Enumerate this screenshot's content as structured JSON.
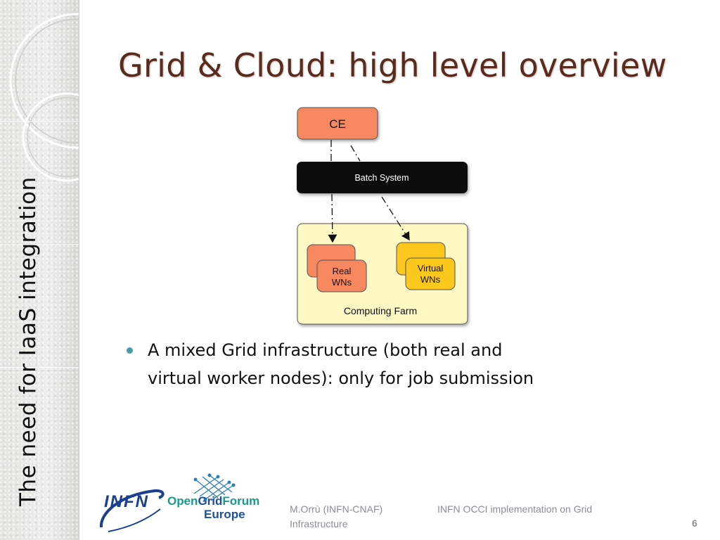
{
  "sidebar": {
    "title": "The need for IaaS integration"
  },
  "slide": {
    "title": "Grid & Cloud: high level overview",
    "bullets": [
      {
        "line1": "A mixed Grid infrastructure (both real and",
        "line2": "virtual worker nodes): only for job submission"
      }
    ]
  },
  "diagram": {
    "ce_label": "CE",
    "batch_label": "Batch System",
    "farm_label": "Computing Farm",
    "real_label_1": "Real",
    "real_label_2": "WNs",
    "virtual_label_1": "Virtual",
    "virtual_label_2": "WNs",
    "colors": {
      "ce": "#f7885f",
      "batch": "#0a0a0a",
      "farm": "#fdf8c4",
      "real": "#f7885f",
      "virtual": "#fcc81e"
    }
  },
  "logos": {
    "infn": "INFN",
    "ogf_line1_a": "Open",
    "ogf_line1_b": "Grid",
    "ogf_line1_c": "Forum",
    "ogf_line2": "Europe"
  },
  "footer": {
    "author": "M.Orrù (INFN-CNAF)",
    "talk_line1": "INFN OCCI implementation on Grid",
    "talk_line2": "Infrastructure",
    "page": "6"
  }
}
